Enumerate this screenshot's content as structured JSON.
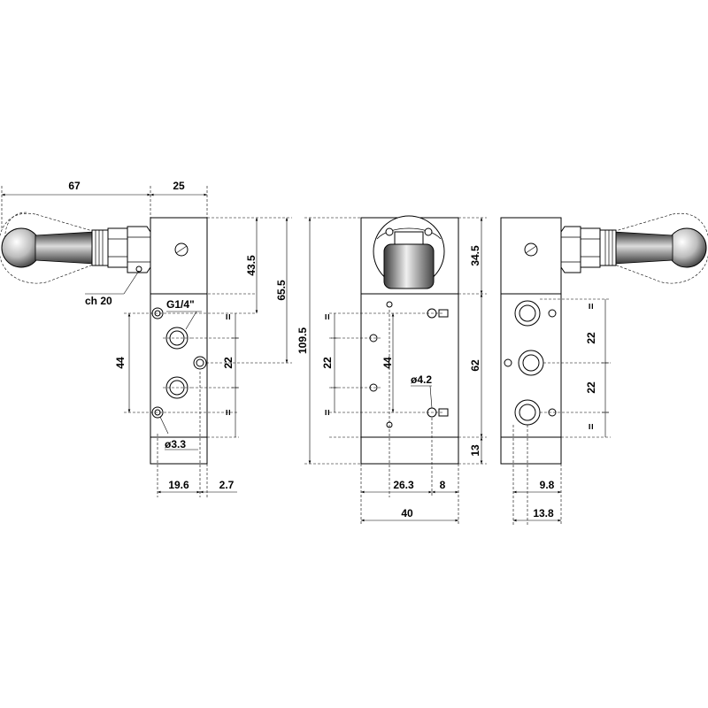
{
  "diagram": {
    "left_view": {
      "dim_handle_width": "67",
      "dim_body_width": "25",
      "dim_handle_height": "43.5",
      "dim_mid_port_height": "65.5",
      "dim_port_spacing": "22",
      "dim_mount_holes": "44",
      "dim_hole_offset": "19.6",
      "dim_edge_offset": "2.7",
      "label_wrench": "ch 20",
      "label_thread": "G1/4\"",
      "label_hole_dia": "ø3.3",
      "equal_mark": "="
    },
    "middle_view": {
      "dim_total_height": "109.5",
      "dim_port_spacing": "22",
      "dim_mount_holes": "44",
      "dim_hole_dia": "ø4.2",
      "dim_hole_x": "26.3",
      "dim_edge": "8",
      "dim_width": "40",
      "equal_mark": "="
    },
    "right_view": {
      "dim_head_height": "34.5",
      "dim_body_height": "62",
      "dim_base_height": "13",
      "dim_port_spacing_upper": "22",
      "dim_port_spacing_lower": "22",
      "dim_port_x": "9.8",
      "dim_width": "13.8",
      "equal_mark": "="
    }
  }
}
